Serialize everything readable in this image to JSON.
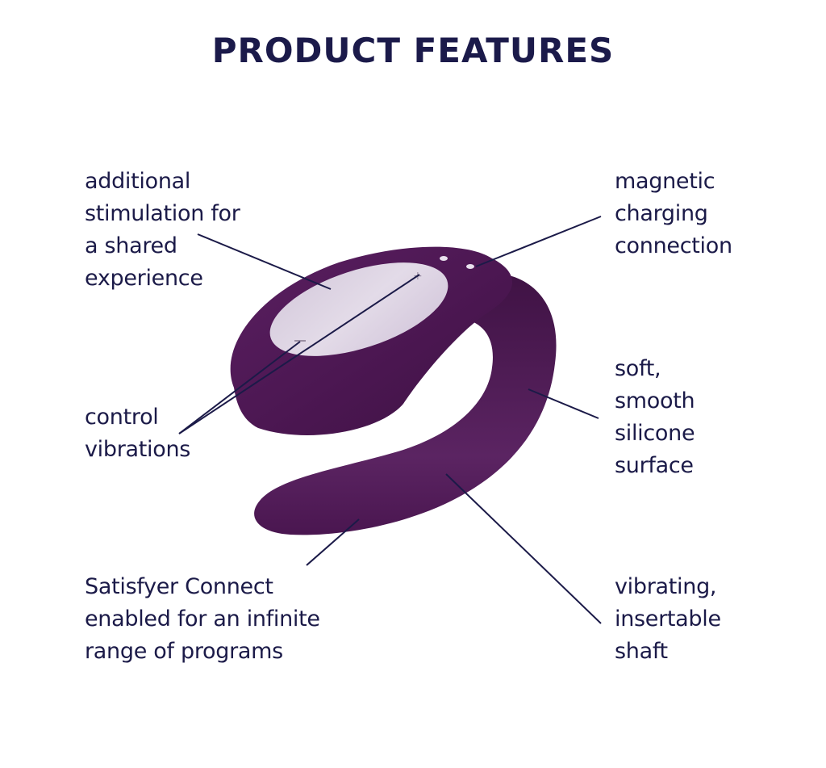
{
  "title": "PRODUCT FEATURES",
  "colors": {
    "text": "#1b1a48",
    "device_body": "#521a58",
    "device_dark": "#3f1244",
    "control_panel": "#d9cde0",
    "leader_line": "#1b1a48",
    "background": "#ffffff"
  },
  "features": [
    {
      "id": "shared",
      "text": "additional\nstimulation for\na shared\nexperience"
    },
    {
      "id": "charging",
      "text": "magnetic\ncharging\nconnection"
    },
    {
      "id": "control",
      "text": "control\nvibrations"
    },
    {
      "id": "silicone",
      "text": "soft,\nsmooth\nsilicone\nsurface"
    },
    {
      "id": "app",
      "text": "Satisfyer Connect\nenabled for an infinite\nrange of programs"
    },
    {
      "id": "shaft",
      "text": "vibrating,\ninsertable\nshaft"
    }
  ],
  "device": {
    "icon_plus": "+",
    "icon_minus": "−"
  }
}
